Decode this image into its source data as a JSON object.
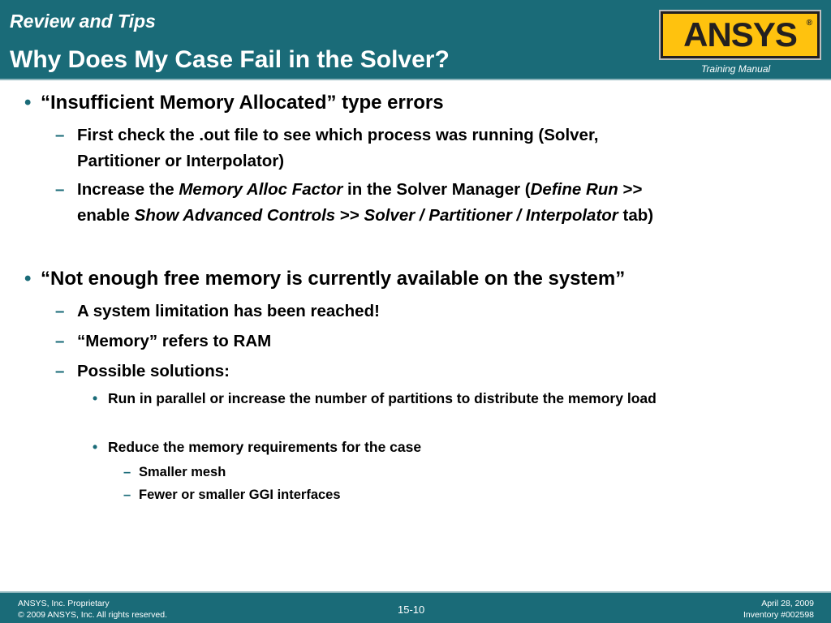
{
  "header": {
    "section": "Review and Tips",
    "title": "Why Does My Case Fail in the Solver?",
    "logo_text": "ANSYS",
    "logo_reg": "®",
    "training_manual": "Training Manual"
  },
  "content": {
    "bullet1": {
      "text": "“Insufficient Memory Allocated” type errors",
      "sub1": {
        "line1": "First check the .out file to see which process was running (Solver,",
        "line2": "Partitioner or Interpolator)"
      },
      "sub2": {
        "p1": "Increase the ",
        "p2": "Memory Alloc Factor",
        "p3": " in the Solver Manager (",
        "p4": "Define Run",
        "p5": " >>",
        "p6": "enable ",
        "p7": "Show Advanced Controls",
        "p8": " >> ",
        "p9": "Solver / Partitioner / Interpolator",
        "p10": " tab)"
      }
    },
    "bullet2": {
      "text": "“Not enough free memory is currently available on the system”",
      "sub1": "A system limitation has been reached!",
      "sub2": "“Memory” refers to RAM",
      "sub3": "Possible solutions:",
      "sol1": "Run in parallel or increase the number of partitions to distribute the memory load",
      "sol2": "Reduce the memory requirements for the case",
      "sol2a": "Smaller mesh",
      "sol2b": "Fewer or smaller GGI interfaces"
    },
    "bullet_glyph": "•",
    "dash_glyph": "–"
  },
  "footer": {
    "left_line1": "ANSYS, Inc. Proprietary",
    "left_line2": "© 2009 ANSYS, Inc.  All rights reserved.",
    "page": "15-10",
    "right_line1": "April 28, 2009",
    "right_line2": "Inventory #002598"
  },
  "colors": {
    "header_bg": "#1a6b78",
    "logo_yellow": "#ffc20e",
    "logo_dark": "#231f20"
  }
}
